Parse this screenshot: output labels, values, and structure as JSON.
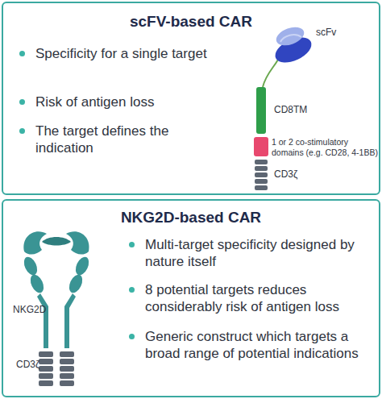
{
  "diagram": {
    "nodes": [
      {
        "text": [
          "scFV-based CAR",
          "Specificity for a single target",
          "Risk of antigen loss",
          "The target defines the indication"
        ]
      },
      {
        "text": [
          "NKG2D-based CAR",
          "Multi-target specificity designed by nature itself",
          "8 potential targets reduces considerably risk of antigen loss",
          "Generic construct which targets a broad range of potential indications"
        ]
      }
    ],
    "labels": [
      "scFv",
      "CD8TM",
      "1 or 2 co-stimulatory domains (e.g. CD28, 4-1BB)",
      "CD3ζ",
      "NKG2D",
      "CD3ζ"
    ]
  }
}
